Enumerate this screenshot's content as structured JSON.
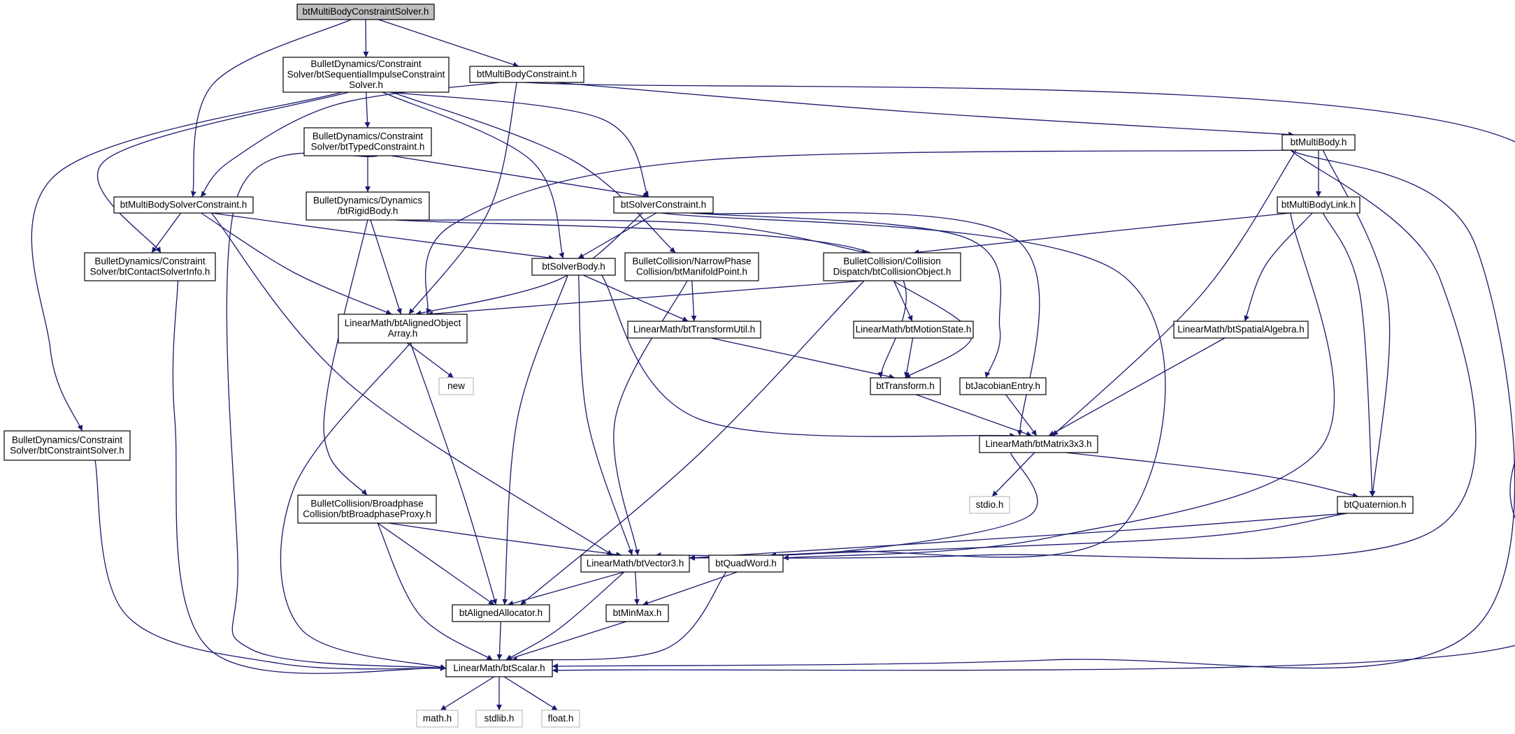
{
  "diagram": {
    "colors": {
      "edge": "#191970",
      "node_border": "#000000",
      "root_fill": "#bfbfbf",
      "external_border": "#bfbfbf",
      "node_fill": "#ffffff"
    },
    "nodes": [
      {
        "id": "root",
        "lines": [
          "btMultiBodyConstraintSolver.h"
        ],
        "kind": "root"
      },
      {
        "id": "seqimp",
        "lines": [
          "BulletDynamics/Constraint",
          "Solver/btSequentialImpulseConstraint",
          "Solver.h"
        ],
        "kind": "normal"
      },
      {
        "id": "mbconstraint",
        "lines": [
          "btMultiBodyConstraint.h"
        ],
        "kind": "normal"
      },
      {
        "id": "typedc",
        "lines": [
          "BulletDynamics/Constraint",
          "Solver/btTypedConstraint.h"
        ],
        "kind": "normal"
      },
      {
        "id": "mbody",
        "lines": [
          "btMultiBody.h"
        ],
        "kind": "normal"
      },
      {
        "id": "mbsolverc",
        "lines": [
          "btMultiBodySolverConstraint.h"
        ],
        "kind": "normal"
      },
      {
        "id": "rigid",
        "lines": [
          "BulletDynamics/Dynamics",
          "/btRigidBody.h"
        ],
        "kind": "normal"
      },
      {
        "id": "solverc",
        "lines": [
          "btSolverConstraint.h"
        ],
        "kind": "normal"
      },
      {
        "id": "mblink",
        "lines": [
          "btMultiBodyLink.h"
        ],
        "kind": "normal"
      },
      {
        "id": "contactinfo",
        "lines": [
          "BulletDynamics/Constraint",
          "Solver/btContactSolverInfo.h"
        ],
        "kind": "normal"
      },
      {
        "id": "solverbody",
        "lines": [
          "btSolverBody.h"
        ],
        "kind": "normal"
      },
      {
        "id": "manifold",
        "lines": [
          "BulletCollision/NarrowPhase",
          "Collision/btManifoldPoint.h"
        ],
        "kind": "normal"
      },
      {
        "id": "collobj",
        "lines": [
          "BulletCollision/Collision",
          "Dispatch/btCollisionObject.h"
        ],
        "kind": "normal"
      },
      {
        "id": "alignedarr",
        "lines": [
          "LinearMath/btAlignedObject",
          "Array.h"
        ],
        "kind": "normal"
      },
      {
        "id": "transformutil",
        "lines": [
          "LinearMath/btTransformUtil.h"
        ],
        "kind": "normal"
      },
      {
        "id": "motionstate",
        "lines": [
          "LinearMath/btMotionState.h"
        ],
        "kind": "normal"
      },
      {
        "id": "spatial",
        "lines": [
          "LinearMath/btSpatialAlgebra.h"
        ],
        "kind": "normal"
      },
      {
        "id": "new",
        "lines": [
          "new"
        ],
        "kind": "external"
      },
      {
        "id": "transform",
        "lines": [
          "btTransform.h"
        ],
        "kind": "normal"
      },
      {
        "id": "jacobian",
        "lines": [
          "btJacobianEntry.h"
        ],
        "kind": "normal"
      },
      {
        "id": "constraintsolver",
        "lines": [
          "BulletDynamics/Constraint",
          "Solver/btConstraintSolver.h"
        ],
        "kind": "normal"
      },
      {
        "id": "matrix",
        "lines": [
          "LinearMath/btMatrix3x3.h"
        ],
        "kind": "normal"
      },
      {
        "id": "stdio",
        "lines": [
          "stdio.h"
        ],
        "kind": "external"
      },
      {
        "id": "broadphase",
        "lines": [
          "BulletCollision/Broadphase",
          "Collision/btBroadphaseProxy.h"
        ],
        "kind": "normal"
      },
      {
        "id": "quaternion",
        "lines": [
          "btQuaternion.h"
        ],
        "kind": "normal"
      },
      {
        "id": "vector3",
        "lines": [
          "LinearMath/btVector3.h"
        ],
        "kind": "normal"
      },
      {
        "id": "quadword",
        "lines": [
          "btQuadWord.h"
        ],
        "kind": "normal"
      },
      {
        "id": "alignedalloc",
        "lines": [
          "btAlignedAllocator.h"
        ],
        "kind": "normal"
      },
      {
        "id": "minmax",
        "lines": [
          "btMinMax.h"
        ],
        "kind": "normal"
      },
      {
        "id": "scalar",
        "lines": [
          "LinearMath/btScalar.h"
        ],
        "kind": "normal"
      },
      {
        "id": "math",
        "lines": [
          "math.h"
        ],
        "kind": "external"
      },
      {
        "id": "stdlib",
        "lines": [
          "stdlib.h"
        ],
        "kind": "external"
      },
      {
        "id": "float",
        "lines": [
          "float.h"
        ],
        "kind": "external"
      }
    ],
    "edges": [
      [
        "root",
        "seqimp"
      ],
      [
        "root",
        "mbconstraint"
      ],
      [
        "root",
        "mbsolverc"
      ],
      [
        "seqimp",
        "typedc"
      ],
      [
        "seqimp",
        "solverc"
      ],
      [
        "seqimp",
        "contactinfo"
      ],
      [
        "seqimp",
        "solverbody"
      ],
      [
        "seqimp",
        "manifold"
      ],
      [
        "seqimp",
        "constraintsolver"
      ],
      [
        "mbconstraint",
        "mbody"
      ],
      [
        "mbconstraint",
        "mbsolverc"
      ],
      [
        "mbconstraint",
        "alignedarr"
      ],
      [
        "mbconstraint",
        "scalar"
      ],
      [
        "typedc",
        "rigid"
      ],
      [
        "typedc",
        "solverc"
      ],
      [
        "typedc",
        "scalar"
      ],
      [
        "mbody",
        "mblink"
      ],
      [
        "mbody",
        "alignedarr"
      ],
      [
        "mbody",
        "matrix"
      ],
      [
        "mbody",
        "quaternion"
      ],
      [
        "mbody",
        "vector3"
      ],
      [
        "mbody",
        "scalar"
      ],
      [
        "mbsolverc",
        "contactinfo"
      ],
      [
        "mbsolverc",
        "solverbody"
      ],
      [
        "mbsolverc",
        "alignedarr"
      ],
      [
        "mbsolverc",
        "vector3"
      ],
      [
        "rigid",
        "alignedarr"
      ],
      [
        "rigid",
        "collobj"
      ],
      [
        "rigid",
        "transform"
      ],
      [
        "rigid",
        "broadphase"
      ],
      [
        "solverc",
        "solverbody"
      ],
      [
        "solverc",
        "alignedarr"
      ],
      [
        "solverc",
        "jacobian"
      ],
      [
        "solverc",
        "matrix"
      ],
      [
        "solverc",
        "vector3"
      ],
      [
        "mblink",
        "collobj"
      ],
      [
        "mblink",
        "spatial"
      ],
      [
        "mblink",
        "quaternion"
      ],
      [
        "mblink",
        "quadword"
      ],
      [
        "contactinfo",
        "scalar"
      ],
      [
        "solverbody",
        "transformutil"
      ],
      [
        "solverbody",
        "matrix"
      ],
      [
        "solverbody",
        "vector3"
      ],
      [
        "solverbody",
        "alignedalloc"
      ],
      [
        "manifold",
        "transformutil"
      ],
      [
        "manifold",
        "vector3"
      ],
      [
        "collobj",
        "alignedarr"
      ],
      [
        "collobj",
        "motionstate"
      ],
      [
        "collobj",
        "transform"
      ],
      [
        "collobj",
        "alignedalloc"
      ],
      [
        "alignedarr",
        "new"
      ],
      [
        "alignedarr",
        "alignedalloc"
      ],
      [
        "alignedarr",
        "scalar"
      ],
      [
        "transformutil",
        "transform"
      ],
      [
        "motionstate",
        "transform"
      ],
      [
        "spatial",
        "matrix"
      ],
      [
        "transform",
        "matrix"
      ],
      [
        "jacobian",
        "matrix"
      ],
      [
        "constraintsolver",
        "scalar"
      ],
      [
        "matrix",
        "stdio"
      ],
      [
        "matrix",
        "quaternion"
      ],
      [
        "matrix",
        "vector3"
      ],
      [
        "broadphase",
        "vector3"
      ],
      [
        "broadphase",
        "alignedalloc"
      ],
      [
        "broadphase",
        "scalar"
      ],
      [
        "quaternion",
        "vector3"
      ],
      [
        "quaternion",
        "quadword"
      ],
      [
        "vector3",
        "alignedalloc"
      ],
      [
        "vector3",
        "minmax"
      ],
      [
        "vector3",
        "scalar"
      ],
      [
        "quadword",
        "minmax"
      ],
      [
        "quadword",
        "scalar"
      ],
      [
        "alignedalloc",
        "scalar"
      ],
      [
        "minmax",
        "scalar"
      ],
      [
        "scalar",
        "math"
      ],
      [
        "scalar",
        "stdlib"
      ],
      [
        "scalar",
        "float"
      ]
    ]
  }
}
